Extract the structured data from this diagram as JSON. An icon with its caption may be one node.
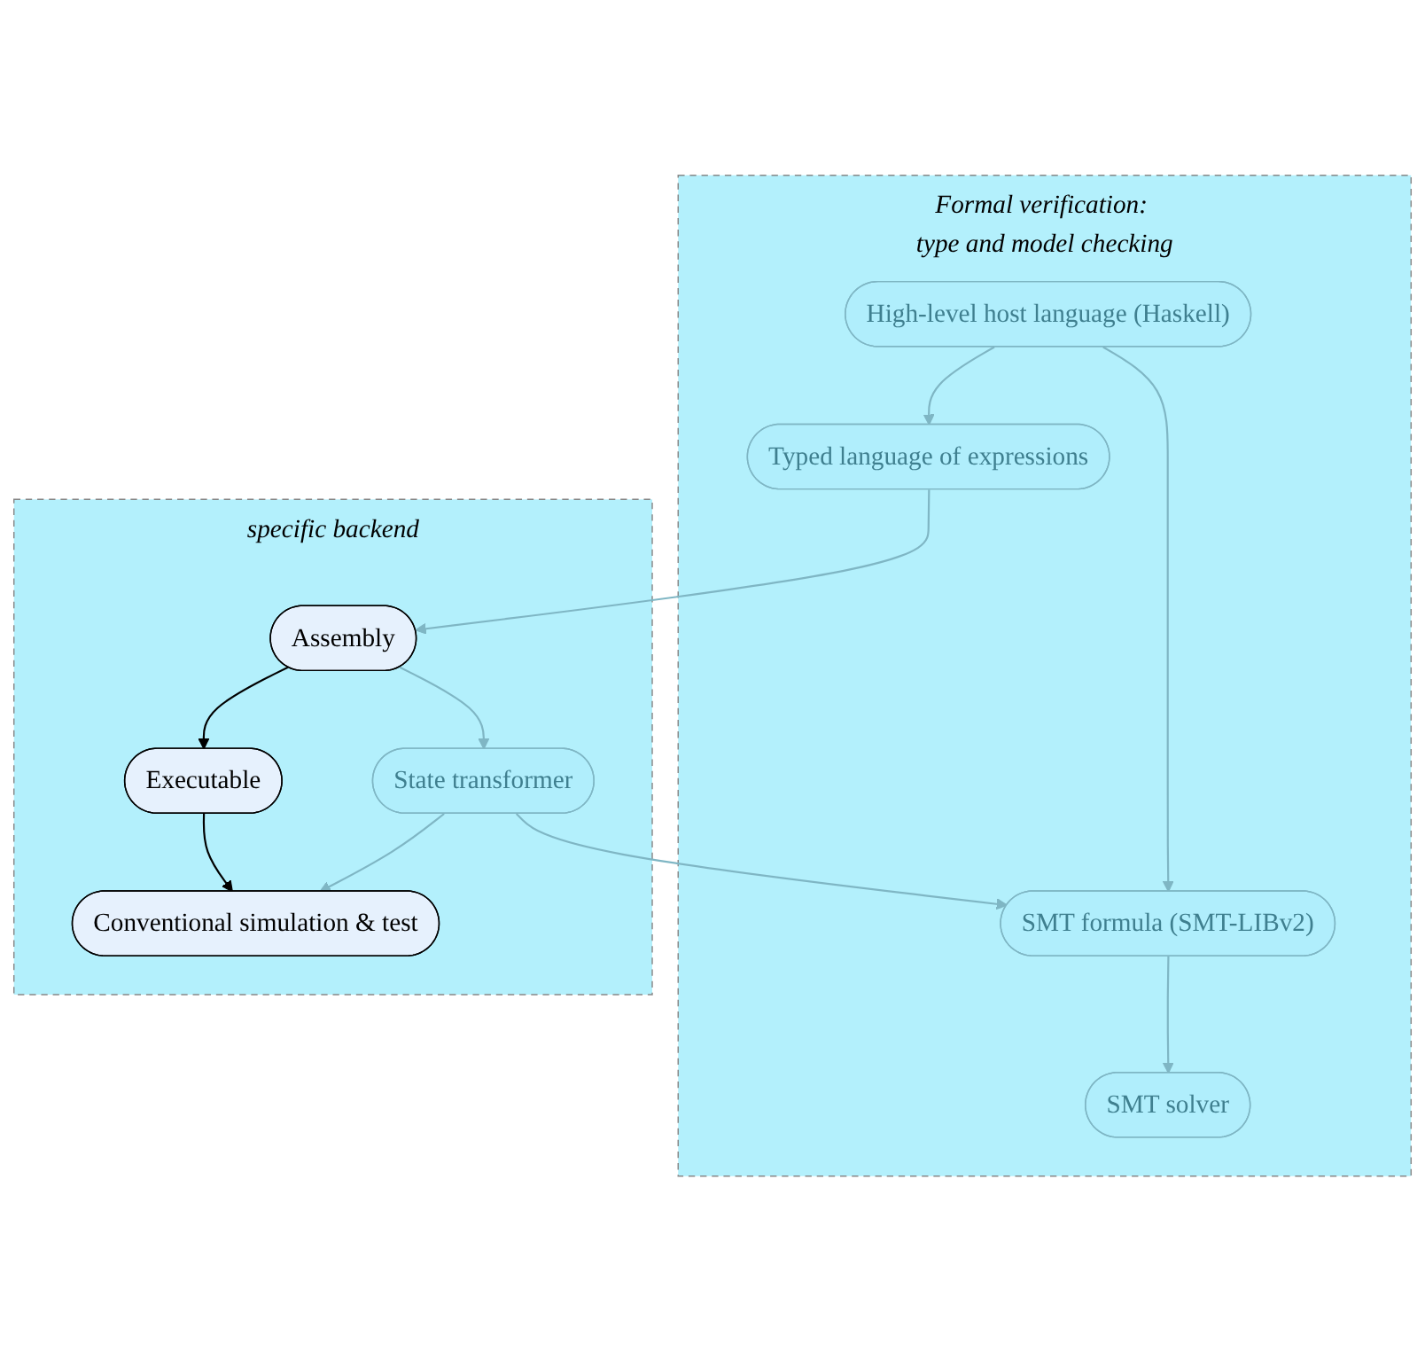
{
  "diagram": {
    "nodes": [
      {
        "text": [
          "Formal verification: type and model checking"
        ]
      },
      {
        "text": [
          "High-level host language (Haskell)"
        ],
        "in": 0
      },
      {
        "text": [
          "SMT solver"
        ],
        "in": 0
      },
      {
        "text": [
          "Typed language of expressions"
        ],
        "in": 0
      },
      {
        "text": [
          "SMT formula (SMT-LIBv2)"
        ],
        "in": 0
      },
      {
        "text": [
          "specific backend"
        ]
      },
      {
        "text": [
          "Assembly"
        ],
        "in": 5
      },
      {
        "text": [
          "State transformer"
        ],
        "in": 5
      },
      {
        "text": [
          "Executable"
        ],
        "in": 5
      },
      {
        "text": [
          "Conventional simulation & test"
        ],
        "in": 5
      }
    ],
    "edges": [
      {
        "from": 1,
        "to": 3,
        "arrow": "to"
      },
      {
        "from": 1,
        "to": 4,
        "arrow": "to"
      },
      {
        "from": 4,
        "to": 2,
        "arrow": "to"
      },
      {
        "from": 3,
        "to": 6,
        "arrow": "to"
      },
      {
        "from": 7,
        "to": 4,
        "arrow": "to"
      },
      {
        "from": 6,
        "to": 7,
        "arrow": "to"
      },
      {
        "from": 6,
        "to": 8,
        "arrow": "to",
        "color": "#000000"
      },
      {
        "from": 7,
        "to": 9,
        "arrow": "to"
      },
      {
        "from": 8,
        "to": 9,
        "arrow": "to",
        "color": "#000000"
      }
    ]
  }
}
